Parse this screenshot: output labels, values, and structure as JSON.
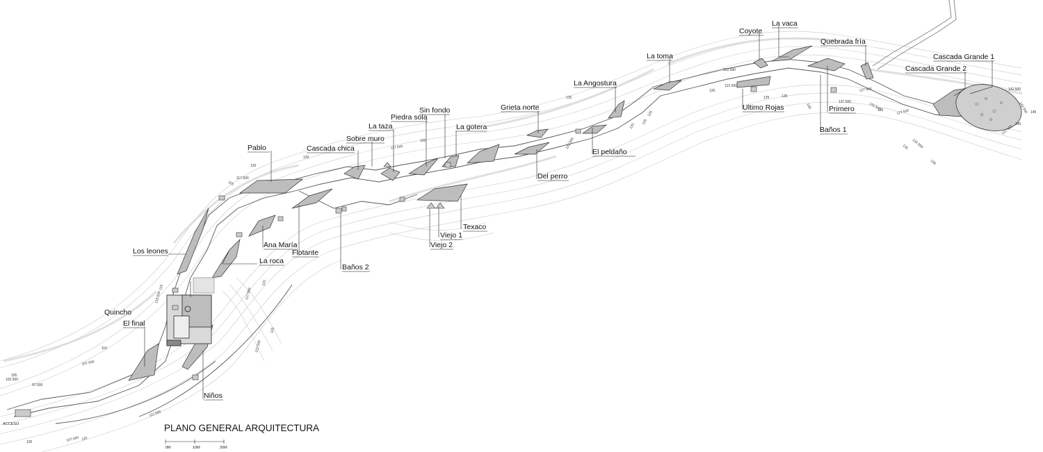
{
  "plan": {
    "title": "PLANO GENERAL ARQUITECTURA",
    "entrance_label": "ACCESO",
    "scale_ticks": [
      "0M",
      "10M",
      "20M"
    ]
  },
  "labels": [
    {
      "id": "cascada-grande-1",
      "text": "Cascada Grande 1"
    },
    {
      "id": "cascada-grande-2",
      "text": "Cascada Grande 2"
    },
    {
      "id": "quebrada-fria",
      "text": "Quebrada fría"
    },
    {
      "id": "la-vaca",
      "text": "La vaca"
    },
    {
      "id": "coyote",
      "text": "Coyote"
    },
    {
      "id": "la-toma",
      "text": "La toma"
    },
    {
      "id": "la-angostura",
      "text": "La Angostura"
    },
    {
      "id": "ultimo-rojas",
      "text": "Ultimo Rojas"
    },
    {
      "id": "primero",
      "text": "Primero"
    },
    {
      "id": "banos-1",
      "text": "Baños 1"
    },
    {
      "id": "grieta-norte",
      "text": "Grieta norte"
    },
    {
      "id": "el-peldano",
      "text": "El peldaño"
    },
    {
      "id": "del-perro",
      "text": "Del perro"
    },
    {
      "id": "la-gotera",
      "text": "La gotera"
    },
    {
      "id": "sin-fondo",
      "text": "Sin fondo"
    },
    {
      "id": "piedra-sola",
      "text": "Piedra sola"
    },
    {
      "id": "la-taza",
      "text": "La taza"
    },
    {
      "id": "sobre-muro",
      "text": "Sobre muro"
    },
    {
      "id": "cascada-chica",
      "text": "Cascada chica"
    },
    {
      "id": "pablo",
      "text": "Pablo"
    },
    {
      "id": "texaco",
      "text": "Texaco"
    },
    {
      "id": "viejo-1",
      "text": "Viejo 1"
    },
    {
      "id": "viejo-2",
      "text": "Viejo 2"
    },
    {
      "id": "banos-2",
      "text": "Baños 2"
    },
    {
      "id": "flotante",
      "text": "Flotante"
    },
    {
      "id": "ana-maria",
      "text": "Ana María"
    },
    {
      "id": "la-roca",
      "text": "La roca"
    },
    {
      "id": "los-leones",
      "text": "Los leones"
    },
    {
      "id": "quincho",
      "text": "Quincho"
    },
    {
      "id": "el-final",
      "text": "El final"
    },
    {
      "id": "ninos",
      "text": "Niños"
    }
  ],
  "elevations": [
    "105",
    "102.500",
    "97.500",
    "107.500",
    "110",
    "112.500",
    "115",
    "117.500",
    "120",
    "122.500",
    "125",
    "127.500",
    "130",
    "132.500",
    "135",
    "137.500",
    "142.500",
    "145",
    "112.500",
    "107.500",
    "110",
    "105",
    "117.500",
    "120",
    "122.500",
    "125",
    "120",
    "117.500",
    "120",
    "115",
    "122.500",
    "125",
    "120",
    "125",
    "122.500",
    "125",
    "130",
    "127.500",
    "132.500",
    "135",
    "137.500",
    "142.500",
    "145",
    "120",
    "125"
  ]
}
